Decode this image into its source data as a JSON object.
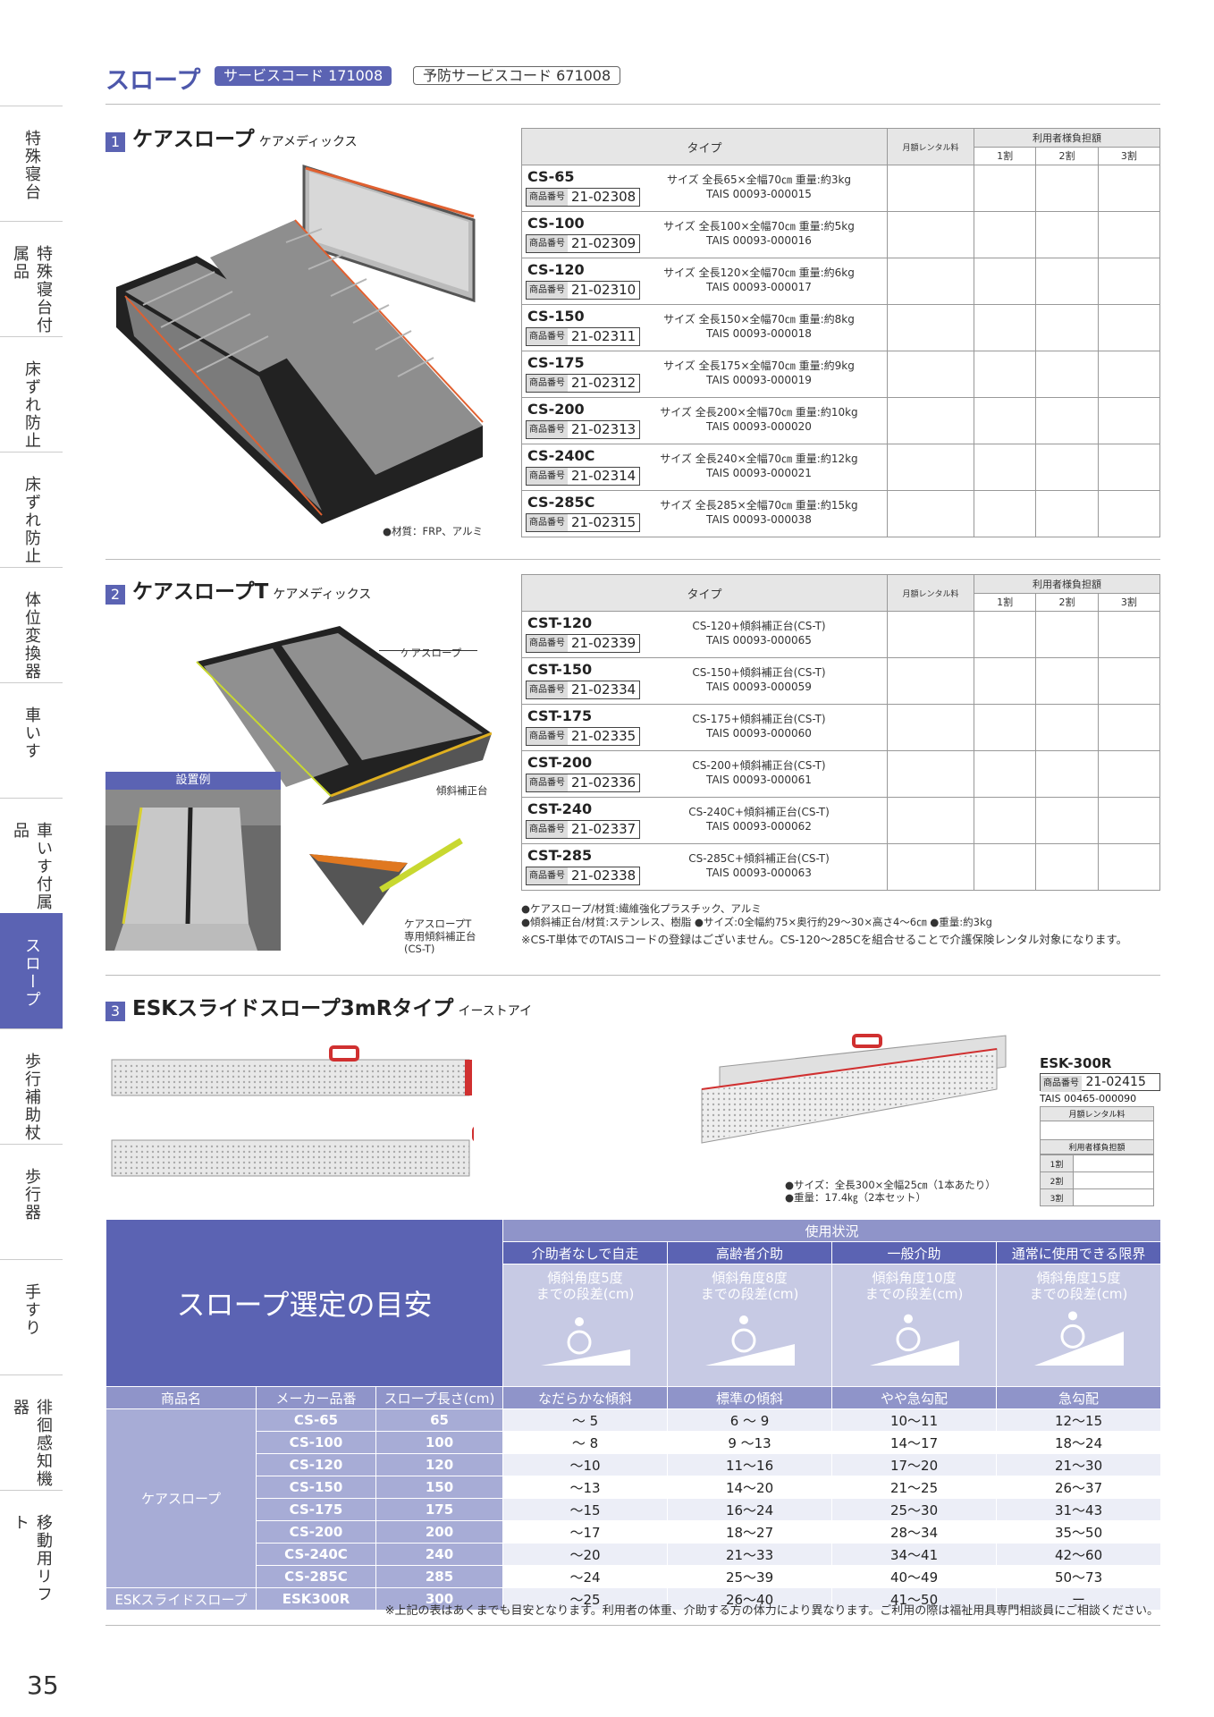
{
  "side_tabs": [
    "特殊寝台",
    "特殊寝台付属品",
    "床ずれ防止",
    "床ずれ防止",
    "体位変換器",
    "車いす",
    "車いす付属品",
    "スロープ",
    "歩行補助杖",
    "歩行器",
    "手すり",
    "徘徊感知機器",
    "移動用リフト"
  ],
  "active_tab": 7,
  "page_number": "35",
  "header": {
    "title": "スロープ",
    "service_code": "サービスコード 171008",
    "prevention_code": "予防サービスコード 671008"
  },
  "sections": [
    {
      "num": "1",
      "title": "ケアスロープ",
      "maker": "ケアメディックス",
      "material_note": "●材質：FRP、アルミ"
    },
    {
      "num": "2",
      "title": "ケアスロープT",
      "maker": "ケアメディックス",
      "callout_slope": "ケアスロープ",
      "callout_base": "傾斜補正台",
      "install_label": "設置例",
      "base_caption": [
        "ケアスロープT",
        "専用傾斜補正台",
        "(CS-T)"
      ]
    },
    {
      "num": "3",
      "title": "ESKスライドスロープ3mRタイプ",
      "maker": "イーストアイ"
    }
  ],
  "table_headers": {
    "type": "タイプ",
    "rent": "月額レンタル料",
    "user": "利用者様負担額",
    "pct": [
      "1割",
      "2割",
      "3割"
    ],
    "pnum_label": "商品番号"
  },
  "table1": [
    {
      "model": "CS-65",
      "pnum": "21-02308",
      "spec": "サイズ 全長65×全幅70㎝ 重量:約3kg",
      "tais": "TAIS 00093-000015"
    },
    {
      "model": "CS-100",
      "pnum": "21-02309",
      "spec": "サイズ 全長100×全幅70㎝ 重量:約5kg",
      "tais": "TAIS 00093-000016"
    },
    {
      "model": "CS-120",
      "pnum": "21-02310",
      "spec": "サイズ 全長120×全幅70㎝ 重量:約6kg",
      "tais": "TAIS 00093-000017"
    },
    {
      "model": "CS-150",
      "pnum": "21-02311",
      "spec": "サイズ 全長150×全幅70㎝ 重量:約8kg",
      "tais": "TAIS 00093-000018"
    },
    {
      "model": "CS-175",
      "pnum": "21-02312",
      "spec": "サイズ 全長175×全幅70㎝ 重量:約9kg",
      "tais": "TAIS 00093-000019"
    },
    {
      "model": "CS-200",
      "pnum": "21-02313",
      "spec": "サイズ 全長200×全幅70㎝ 重量:約10kg",
      "tais": "TAIS 00093-000020"
    },
    {
      "model": "CS-240C",
      "pnum": "21-02314",
      "spec": "サイズ 全長240×全幅70㎝ 重量:約12kg",
      "tais": "TAIS 00093-000021"
    },
    {
      "model": "CS-285C",
      "pnum": "21-02315",
      "spec": "サイズ 全長285×全幅70㎝ 重量:約15kg",
      "tais": "TAIS 00093-000038"
    }
  ],
  "table2": [
    {
      "model": "CST-120",
      "pnum": "21-02339",
      "spec": "CS-120+傾斜補正台(CS-T)",
      "tais": "TAIS 00093-000065"
    },
    {
      "model": "CST-150",
      "pnum": "21-02334",
      "spec": "CS-150+傾斜補正台(CS-T)",
      "tais": "TAIS 00093-000059"
    },
    {
      "model": "CST-175",
      "pnum": "21-02335",
      "spec": "CS-175+傾斜補正台(CS-T)",
      "tais": "TAIS 00093-000060"
    },
    {
      "model": "CST-200",
      "pnum": "21-02336",
      "spec": "CS-200+傾斜補正台(CS-T)",
      "tais": "TAIS 00093-000061"
    },
    {
      "model": "CST-240",
      "pnum": "21-02337",
      "spec": "CS-240C+傾斜補正台(CS-T)",
      "tais": "TAIS 00093-000062"
    },
    {
      "model": "CST-285",
      "pnum": "21-02338",
      "spec": "CS-285C+傾斜補正台(CS-T)",
      "tais": "TAIS 00093-000063"
    }
  ],
  "table2_notes": [
    "●ケアスロープ/材質:繊維強化プラスチック、アルミ",
    "●傾斜補正台/材質:ステンレス、樹脂 ●サイズ:0全幅約75×奥行約29〜30×高さ4〜6㎝ ●重量:約3kg",
    "※CS-T単体でのTAISコードの登録はございません。CS-120〜285Cを組合せることで介護保険レンタル対象になります。"
  ],
  "esk": {
    "model": "ESK-300R",
    "pnum": "21-02415",
    "tais": "TAIS 00465-000090",
    "rent": "月額レンタル料",
    "user": "利用者様負担額",
    "pct": [
      "1割",
      "2割",
      "3割"
    ],
    "notes": [
      "●サイズ：全長300×全幅25㎝（1本あたり）",
      "●重量：17.4㎏（2本セット）"
    ]
  },
  "guide": {
    "title": "スロープ選定の目安",
    "usage": "使用状況",
    "conditions": [
      "介助者なしで自走",
      "高齢者介助",
      "一般介助",
      "通常に使用できる限界"
    ],
    "angles": [
      [
        "傾斜角度5度",
        "までの段差(cm)"
      ],
      [
        "傾斜角度8度",
        "までの段差(cm)"
      ],
      [
        "傾斜角度10度",
        "までの段差(cm)"
      ],
      [
        "傾斜角度15度",
        "までの段差(cm)"
      ]
    ],
    "col_headers": [
      "商品名",
      "メーカー品番",
      "スロープ長さ(cm)"
    ],
    "slopes": [
      "なだらかな傾斜",
      "標準の傾斜",
      "やや急勾配",
      "急勾配"
    ],
    "group1": "ケアスロープ",
    "group2": "ESKスライドスロープ",
    "rows": [
      {
        "mk": "CS-65",
        "len": "65",
        "v": [
          "〜 5",
          "6 〜 9",
          "10〜11",
          "12〜15"
        ]
      },
      {
        "mk": "CS-100",
        "len": "100",
        "v": [
          "〜 8",
          "9 〜13",
          "14〜17",
          "18〜24"
        ]
      },
      {
        "mk": "CS-120",
        "len": "120",
        "v": [
          "〜10",
          "11〜16",
          "17〜20",
          "21〜30"
        ]
      },
      {
        "mk": "CS-150",
        "len": "150",
        "v": [
          "〜13",
          "14〜20",
          "21〜25",
          "26〜37"
        ]
      },
      {
        "mk": "CS-175",
        "len": "175",
        "v": [
          "〜15",
          "16〜24",
          "25〜30",
          "31〜43"
        ]
      },
      {
        "mk": "CS-200",
        "len": "200",
        "v": [
          "〜17",
          "18〜27",
          "28〜34",
          "35〜50"
        ]
      },
      {
        "mk": "CS-240C",
        "len": "240",
        "v": [
          "〜20",
          "21〜33",
          "34〜41",
          "42〜60"
        ]
      },
      {
        "mk": "CS-285C",
        "len": "285",
        "v": [
          "〜24",
          "25〜39",
          "40〜49",
          "50〜73"
        ]
      },
      {
        "mk": "ESK300R",
        "len": "300",
        "v": [
          "〜25",
          "26〜40",
          "41〜50",
          "ー"
        ]
      }
    ],
    "footnote": "※上記の表はあくまでも目安となります。利用者の体重、介助する方の体力により異なります。ご利用の際は福祉用具専門相談員にご相談ください。"
  }
}
